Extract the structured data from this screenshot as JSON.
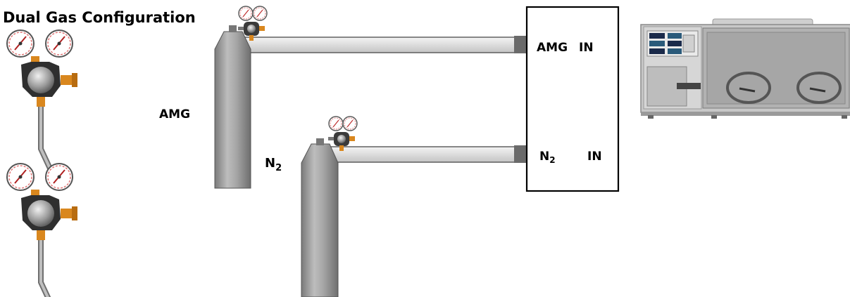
{
  "title": "Dual Gas Configuration",
  "cylinders": {
    "amg": {
      "label": "AMG"
    },
    "n2": {
      "label_main": "N",
      "label_sub": "2"
    }
  },
  "inlet_box": {
    "amg_port": {
      "name": "AMG",
      "suffix": "IN"
    },
    "n2_port": {
      "name_main": "N",
      "name_sub": "2",
      "suffix": "IN"
    }
  },
  "colors": {
    "cylinder": "#a2a2a2",
    "pipe": "#e6e6e6",
    "regulator_body": "#3a3a3a",
    "regulator_fitting": "#d9871e",
    "glovebox_frame": "#b8b8b8"
  },
  "icons": [
    "regulator-icon",
    "pressure-gauge-icon",
    "gas-cylinder-icon",
    "glovebox-icon"
  ]
}
